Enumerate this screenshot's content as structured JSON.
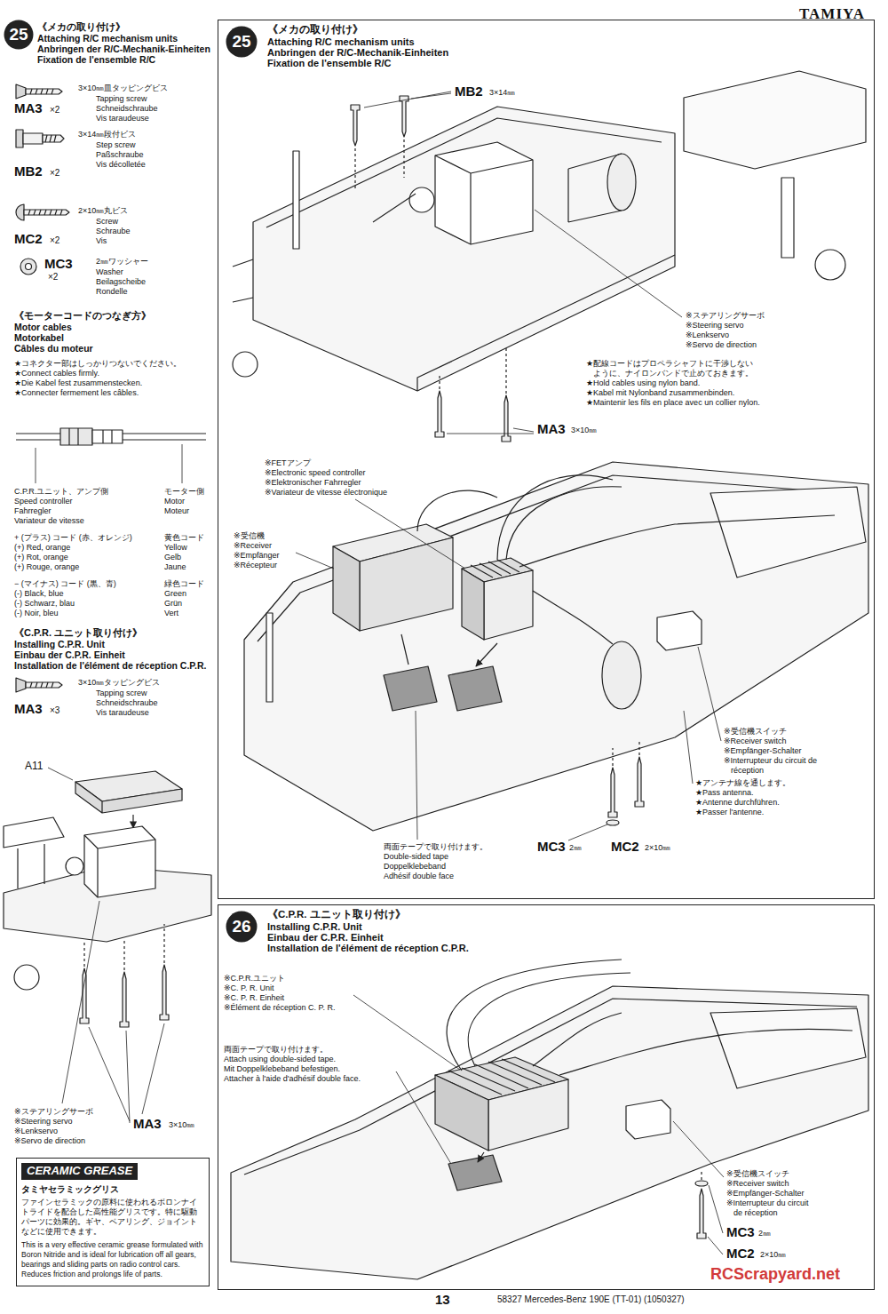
{
  "diagram": {
    "nodes": [
      {
        "text": [
          "25"
        ]
      },
      {
        "text": [
          "《メカの取り付け》",
          "Attaching R/C mechanism units",
          "Anbringen der R/C-Mechanik-Einheiten",
          "Fixation de l'ensemble R/C"
        ]
      },
      {
        "text": [
          "25"
        ],
        "in": 1
      },
      {
        "text": [
          "《C.P.R. ユニット取り付け》",
          "Installing C.P.R. Unit",
          "Einbau der C.P.R. Einheit",
          "Installation de l'élément de réception C.P.R."
        ]
      },
      {
        "text": [
          "26"
        ],
        "in": 3
      },
      {
        "text": [
          "CERAMIC GREASE",
          "タミヤセラミックグリス",
          "ファインセラミックの原料に使われるボロンナイトライドを配合した高性能グリスです。特に駆動パーツに効果的。ギヤ、ベアリング、ジョイントなどに使用できます。",
          "This is a very effective ceramic grease formulated with Boron Nitride and is ideal for lubrication off all gears, bearings and sliding parts on radio control cars. Reduces friction and prolongs life of parts."
        ]
      }
    ],
    "labels": [
      "TAMIYA",
      "《メカの取り付け》",
      "Attaching R/C mechanism units",
      "Anbringen der R/C-Mechanik-Einheiten",
      "Fixation de l'ensemble R/C",
      "3×10㎜皿タッピングビス",
      "Tapping screw",
      "Schneidschraube",
      "Vis taraudeuse",
      "MA3",
      "×2",
      "3×14㎜段付ビス",
      "Step screw",
      "Paßschraube",
      "Vis décolletée",
      "MB2",
      "×2",
      "2×10㎜丸ビス",
      "Screw",
      "Schraube",
      "Vis",
      "MC2",
      "×2",
      "MC3",
      "×2",
      "2㎜ワッシャー",
      "Washer",
      "Beilagscheibe",
      "Rondelle",
      "《モーターコードのつなぎ方》",
      "Motor cables",
      "Motorkabel",
      "Câbles du moteur",
      "★コネクター部はしっかりつないでください。",
      "★Connect cables firmly.",
      "★Die Kabel fest zusammenstecken.",
      "★Connecter fermement les câbles.",
      "C.P.R.ユニット、アンプ側",
      "Speed controller",
      "Fahrregler",
      "Variateur de vitesse",
      "モーター側",
      "Motor",
      "Moteur",
      "+ (プラス) コード (赤、オレンジ)",
      "(+) Red, orange",
      "(+) Rot, orange",
      "(+) Rouge, orange",
      "黄色コード",
      "Yellow",
      "Gelb",
      "Jaune",
      "− (マイナス) コード (黒、青)",
      "(-) Black, blue",
      "(-) Schwarz, blau",
      "(-) Noir, bleu",
      "緑色コード",
      "Green",
      "Grün",
      "Vert",
      "《C.P.R. ユニット取り付け》",
      "Installing C.P.R. Unit",
      "Einbau der C.P.R. Einheit",
      "Installation de l'élément de réception C.P.R.",
      "3×10㎜タッピングビス",
      "Tapping screw",
      "Schneidschraube",
      "Vis taraudeuse",
      "MA3",
      "×3",
      "A11",
      "※ステアリングサーボ",
      "※Steering servo",
      "※Lenkservo",
      "※Servo de direction",
      "MA3",
      "3×10㎜",
      "MB2",
      "3×14㎜",
      "※ステアリングサーボ",
      "※Steering servo",
      "※Lenkservo",
      "※Servo de direction",
      "★配線コードはプロペラシャフトに干渉しない",
      "ように、ナイロンバンドで止めておきます。",
      "★Hold cables using nylon band.",
      "★Kabel mit Nylonband zusammenbinden.",
      "★Maintenir les fils en place avec un collier nylon.",
      "MA3",
      "3×10㎜",
      "※FETアンプ",
      "※Electronic speed controller",
      "※Elektronischer Fahrregler",
      "※Variateur de vitesse électronique",
      "※受信機",
      "※Receiver",
      "※Empfänger",
      "※Récepteur",
      "※受信機スイッチ",
      "※Receiver switch",
      "※Empfänger-Schalter",
      "※Interrupteur du circuit de",
      "réception",
      "★アンテナ線を通します。",
      "★Pass antenna.",
      "★Antenne durchführen.",
      "★Passer l'antenne.",
      "MC3",
      "2㎜",
      "MC2",
      "2×10㎜",
      "両面テープで取り付けます。",
      "Double-sided tape",
      "Doppelklebeband",
      "Adhésif double face",
      "※C.P.R.ユニット",
      "※C. P. R. Unit",
      "※C. P. R. Einheit",
      "※Élément de réception C. P. R.",
      "両面テープで取り付けます。",
      "Attach using double-sided tape.",
      "Mit Doppelklebeband befestigen.",
      "Attacher à l'aide d'adhésif double face.",
      "※受信機スイッチ",
      "※Receiver switch",
      "※Empfänger-Schalter",
      "※Interrupteur du circuit",
      "de réception",
      "MC3",
      "2㎜",
      "MC2",
      "2×10㎜",
      "RCScrapyard.net",
      "13",
      "58327 Mercedes-Benz 190E (TT-01) (1050327)"
    ]
  }
}
